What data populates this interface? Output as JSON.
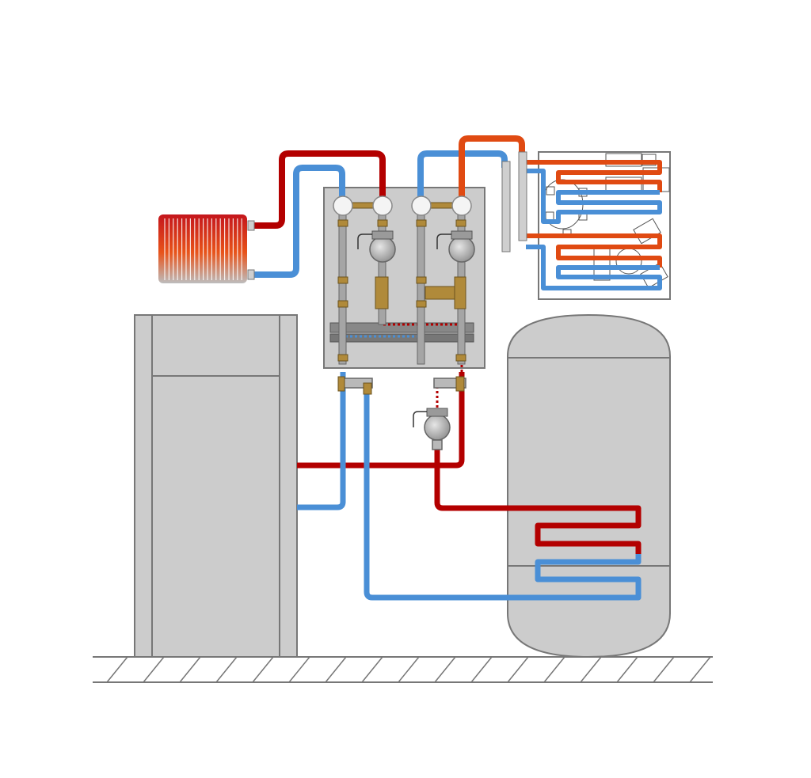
{
  "diagram": {
    "components": [
      "radiator",
      "boiler",
      "hydraulic-distribution-module",
      "hot-water-storage-tank",
      "underfloor-heating-loop",
      "circulation-pump",
      "floor"
    ]
  },
  "colors": {
    "hot_pipe": "#b30000",
    "heating_supply_pipe": "#e04a12",
    "return_pipe": "#4a8fd6",
    "equipment": "#cccccc",
    "outline": "#777777",
    "brass_fittings": "#b08a3a"
  },
  "icons": [
    "radiator-icon",
    "pump-icon",
    "thermometer-icon",
    "manifold-icon",
    "floor-hatch-icon"
  ]
}
